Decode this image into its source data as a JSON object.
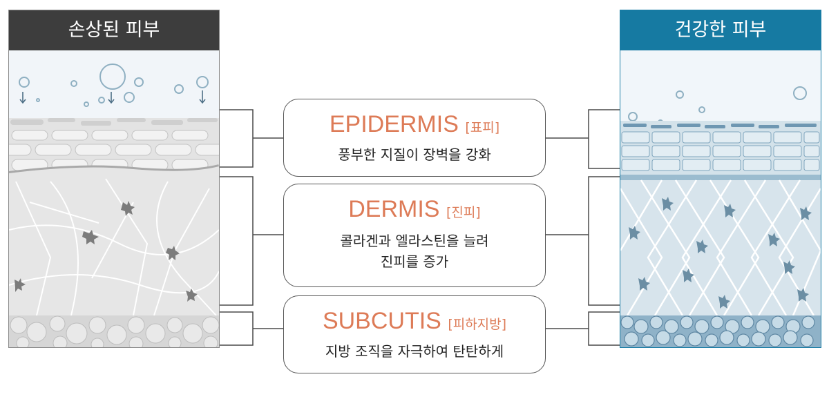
{
  "left_panel": {
    "title": "손상된 피부",
    "colors": {
      "header": "#3d3d3d",
      "skin": "#e3e3e3",
      "cells": "#d2d2d2"
    }
  },
  "right_panel": {
    "title": "건강한 피부",
    "colors": {
      "header": "#167aa2",
      "skin": "#d3e2ea",
      "cells": "#6e97b2"
    }
  },
  "layers": [
    {
      "name": "EPIDERMIS",
      "korean": "[표피]",
      "description": [
        "풍부한 지질이 장벽을 강화"
      ]
    },
    {
      "name": "DERMIS",
      "korean": "[진피]",
      "description": [
        "콜라겐과 엘라스틴을 늘려",
        "진피를 증가"
      ]
    },
    {
      "name": "SUBCUTIS",
      "korean": "[피하지방]",
      "description": [
        "지방 조직을 자극하여 탄탄하게"
      ]
    }
  ],
  "accent_color": "#dd7b57"
}
